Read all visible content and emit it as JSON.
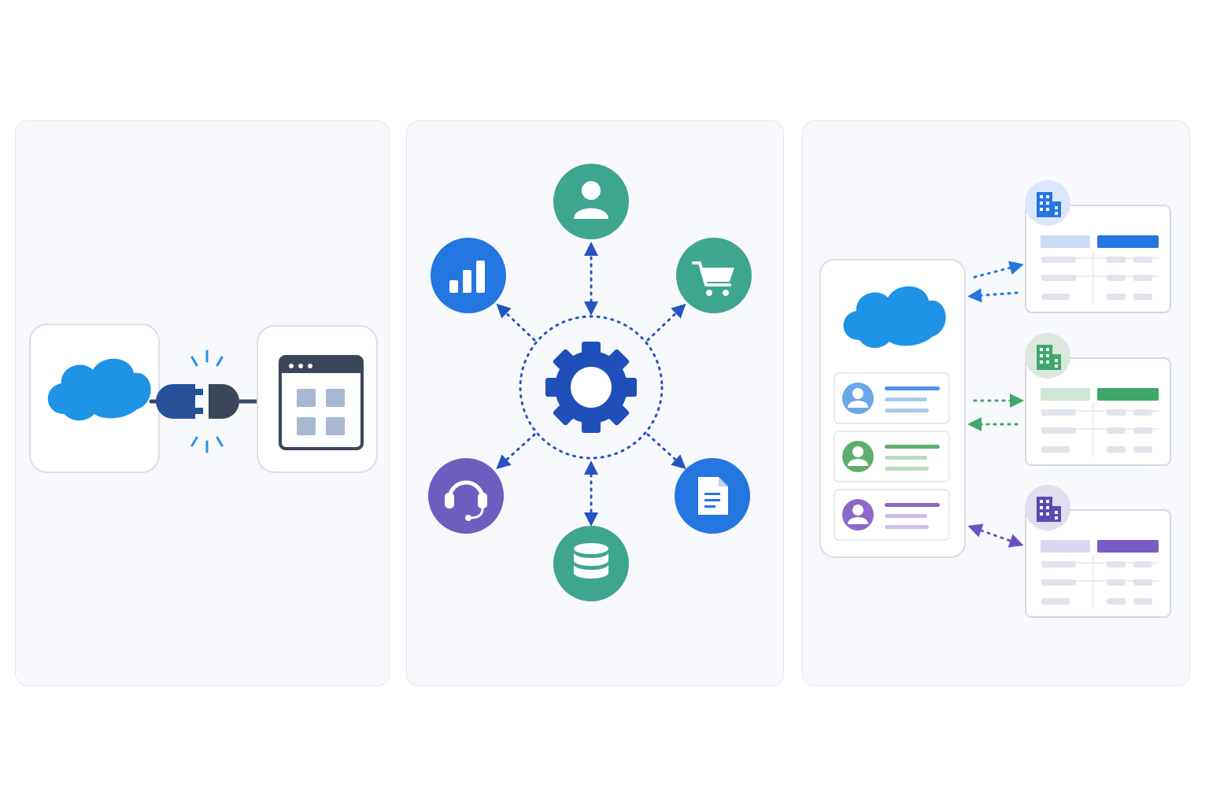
{
  "colors": {
    "panel_bg": "#f7f9fd",
    "panel_border": "#e3e7ef",
    "cloud_blue": "#1f93e6",
    "plug_dark_blue": "#26529a",
    "plug_slate": "#3b4658",
    "gear_blue": "#1f4fb8",
    "dotted_blue": "#2553c2",
    "teal": "#3ea58f",
    "blue": "#2476e0",
    "purple": "#6d5fbf",
    "green": "#3ea86a",
    "violet": "#7a5cc8"
  },
  "panels": [
    {
      "id": "connect",
      "icons": [
        "cloud-icon",
        "plug-icon",
        "app-window-icon"
      ]
    },
    {
      "id": "hub",
      "center": "gear-icon",
      "spokes": [
        "user-icon",
        "cart-icon",
        "document-icon",
        "database-icon",
        "headset-icon",
        "bar-chart-icon"
      ]
    },
    {
      "id": "sync",
      "source": "cloud-icon",
      "contacts": [
        "blue",
        "green",
        "violet"
      ],
      "targets": [
        "building-icon",
        "building-icon",
        "building-icon"
      ]
    }
  ]
}
